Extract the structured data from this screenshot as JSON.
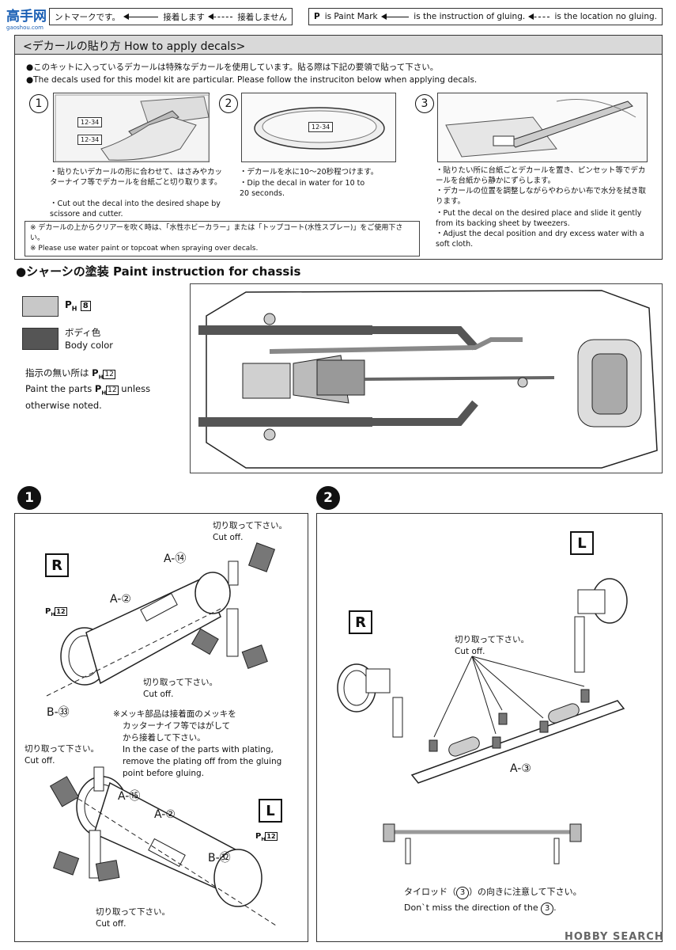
{
  "header": {
    "logo_text": "高手网",
    "logo_sub": "gaoshou.com",
    "jp_legend_start": "ントマークです。",
    "jp_glued": "接着します",
    "jp_not_glued": "接着しません",
    "en_paint_mark": "is Paint Mark",
    "en_glued": "is the instruction of gluing.",
    "en_not_glued": "is the location no gluing."
  },
  "decals": {
    "title": "<デカールの貼り方 How to apply decals>",
    "intro_jp": "●このキットに入っているデカールは特殊なデカールを使用しています。貼る際は下記の要領で貼って下さい。",
    "intro_en": "●The decals used for this model kit are particular. Please follow the instruciton below when applying decals.",
    "steps": [
      {
        "num": "1",
        "jp": "・貼りたいデカールの形に合わせて、はさみやカッターナイフ等でデカールを台紙ごと切り取ります。",
        "en": "・Cut out the decal into the desired shape by scissore and cutter."
      },
      {
        "num": "2",
        "jp": "・デカールを水に10〜20秒程つけます。",
        "en": "・Dip the decal in water for 10 to 20 seconds."
      },
      {
        "num": "3",
        "jp1": "・貼りたい所に台紙ごとデカールを置き、ピンセット等でデカールを台紙から静かにずらします。",
        "jp2": "・デカールの位置を調整しながらやわらかい布で水分を拭き取ります。",
        "en1": "・Put the decal on the desired place and slide it gently from its backing sheet by tweezers.",
        "en2": "・Adjust the decal position and dry excess water with a soft cloth."
      }
    ],
    "decal_sample_a": "12-34",
    "decal_sample_b": "12-34",
    "decal_sample_c": "12-34",
    "note_jp": "※ デカールの上からクリアーを吹く時は、「水性ホビーカラー」または「トップコート(水性スプレー)」をご使用下さい。",
    "note_en": "※ Please use water paint or topcoat when spraying over decals."
  },
  "chassis": {
    "title": "●シャーシの塗装 Paint instruction for chassis",
    "swatch1_label": "8",
    "swatch2_jp": "ボディ色",
    "swatch2_en": "Body color",
    "note_jp": "指示の無い所は",
    "note_num": "12",
    "note_en1": "Paint the parts",
    "note_en2": "unless",
    "note_en3": "otherwise noted.",
    "pm_letter": "P",
    "pm_sub": "H"
  },
  "step1": {
    "badge": "1",
    "r_label": "R",
    "l_label": "L",
    "cut_off_jp": "切り取って下さい。",
    "cut_off_en": "Cut off.",
    "part_a14": "A-⑭",
    "part_a2": "A-②",
    "part_b33": "B-㉝",
    "part_a15": "A-⑮",
    "part_a2b": "A-②",
    "part_b32": "B-㉜",
    "paint12": "12",
    "plating_jp1": "※メッキ部品は接着面のメッキを",
    "plating_jp2": "カッターナイフ等ではがして",
    "plating_jp3": "から接着して下さい。",
    "plating_en1": "In the case of the parts with plating,",
    "plating_en2": "remove the plating off from the gluing",
    "plating_en3": "point before gluing."
  },
  "step2": {
    "badge": "2",
    "l_label": "L",
    "r_label": "R",
    "cut_off_jp": "切り取って下さい。",
    "cut_off_en": "Cut off.",
    "part_a3": "A-③",
    "tie_rod_jp_pre": "タイロッド（",
    "tie_rod_num": "3",
    "tie_rod_jp_post": "）の向きに注意して下さい。",
    "tie_rod_en_pre": "Don`t miss the direction of the",
    "tie_rod_en_post": "."
  },
  "footer": {
    "watermark": "HOBBY SEARCH"
  }
}
